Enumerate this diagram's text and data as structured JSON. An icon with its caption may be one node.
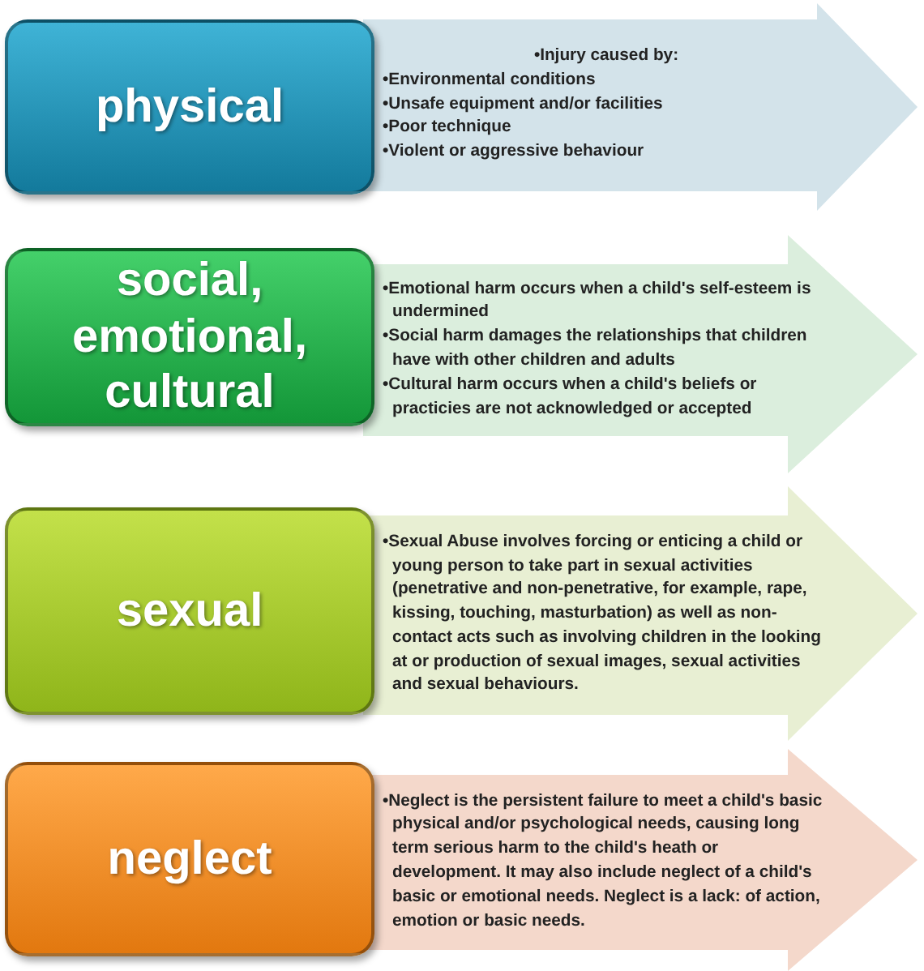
{
  "diagram": {
    "nodes": [
      {
        "text": [
          "physical"
        ]
      },
      {
        "text": [
          "•Injury caused by:",
          "•Environmental conditions",
          "•Unsafe equipment and/or facilities",
          "•Poor technique",
          "•Violent or aggressive behaviour"
        ]
      },
      {
        "text": [
          "social, emotional, cultural"
        ]
      },
      {
        "text": [
          "•Emotional harm occurs when a child's self-esteem is undermined",
          "•Social harm damages the relationships that children have with other children and adults",
          "•Cultural harm occurs when a child's beliefs or practicies are not acknowledged or accepted"
        ]
      },
      {
        "text": [
          "sexual"
        ]
      },
      {
        "text": [
          "•Sexual Abuse involves forcing or enticing a child or young person to take part in sexual activities (penetrative and non-penetrative, for example, rape, kissing, touching, masturbation) as well as non-contact acts such as involving children in the looking at or production of sexual images, sexual activities and sexual behaviours."
        ]
      },
      {
        "text": [
          "neglect"
        ]
      },
      {
        "text": [
          "•Neglect is the persistent failure to meet a child's basic physical and/or psychological needs, causing long term serious harm to the child's heath or development.  It may also include neglect of a child's basic or emotional needs. Neglect is a lack: of action, emotion or basic needs."
        ]
      }
    ]
  }
}
